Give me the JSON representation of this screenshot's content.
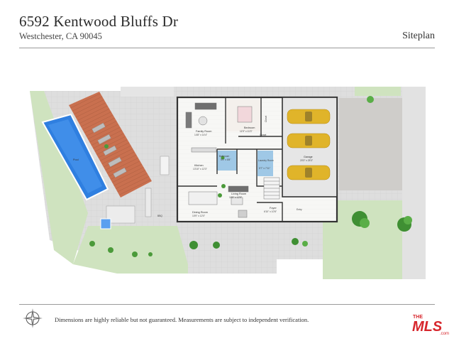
{
  "header": {
    "address": "6592 Kentwood Bluffs Dr",
    "city": "Westchester, CA 90045",
    "plan_type": "Siteplan"
  },
  "rooms": {
    "pool": "Pool",
    "family_room": "Family Room",
    "family_room_dim": "14'8\" x 14'4\"",
    "bedroom": "Bedroom",
    "bedroom_dim": "11'9\" x 11'3\"",
    "closet_1": "Closet",
    "closet_2": "Closet",
    "garage": "Garage",
    "garage_dim": "20'3\" x 25'3\"",
    "kitchen": "Kitchen",
    "kitchen_dim": "13'10\" x 12'3\"",
    "bathroom": "Bathroom",
    "bathroom_dim": "5'5\" x 8'8\"",
    "laundry": "Laundry Room",
    "laundry_dim": "5'7\" x 7'11\"",
    "living_room": "Living Room",
    "living_room_dim": "16'5\" x 12'9\"",
    "dining_room": "Dining Room",
    "dining_room_dim": "10'9\" x 12'0\"",
    "foyer": "Foyer",
    "foyer_dim": "6'10\" x 10'5\"",
    "entry": "Entry",
    "bbq": "BBQ"
  },
  "footer": {
    "disclaimer": "Dimensions are highly reliable but not guaranteed. Measurements are subject to independent verification.",
    "logo_the": "THE",
    "logo_mls": "MLS",
    "logo_com": ".com"
  },
  "colors": {
    "background": "#ffffff",
    "paving": "#d9d9d9",
    "lawn": "#cfe3bf",
    "pool_water": "#2f7fe0",
    "deck": "#c86a4e",
    "car": "#e0b42a",
    "tile_blue": "#9fc8e6",
    "logo_red": "#d7262c"
  },
  "icons": {
    "compass": "compass-rose-icon",
    "logo": "mls-logo-icon"
  }
}
